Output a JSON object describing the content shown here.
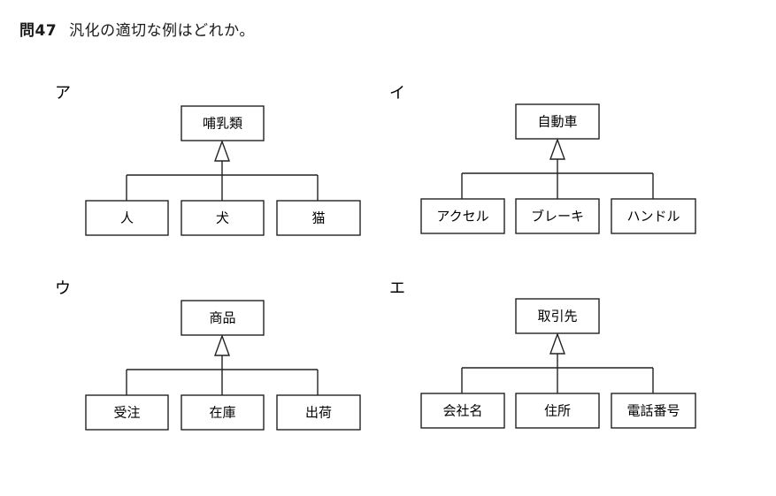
{
  "question": {
    "number": "問47",
    "text": "汎化の適切な例はどれか。"
  },
  "options": [
    {
      "label": "ア",
      "parent": "哺乳類",
      "children": [
        "人",
        "犬",
        "猫"
      ]
    },
    {
      "label": "イ",
      "parent": "自動車",
      "children": [
        "アクセル",
        "ブレーキ",
        "ハンドル"
      ]
    },
    {
      "label": "ウ",
      "parent": "商品",
      "children": [
        "受注",
        "在庫",
        "出荷"
      ]
    },
    {
      "label": "エ",
      "parent": "取引先",
      "children": [
        "会社名",
        "住所",
        "電話番号"
      ]
    }
  ]
}
